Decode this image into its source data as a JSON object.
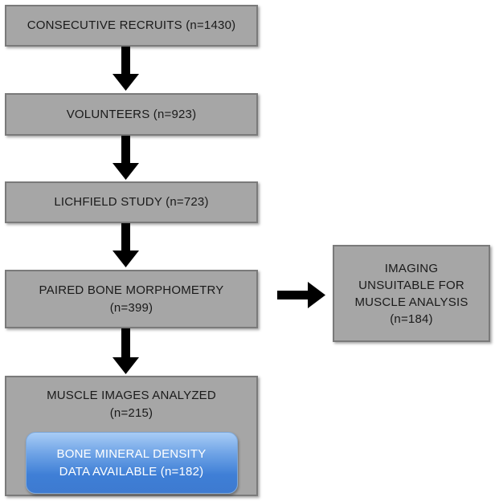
{
  "flowchart": {
    "recruits": {
      "line1": "CONSECUTIVE RECRUITS (n=1430)"
    },
    "volunteers": {
      "line1": "VOLUNTEERS (n=923)"
    },
    "lichfield": {
      "line1": "LICHFIELD STUDY (n=723)"
    },
    "paired": {
      "line1": "PAIRED BONE MORPHOMETRY",
      "line2": "(n=399)"
    },
    "muscle": {
      "line1": "MUSCLE IMAGES ANALYZED",
      "line2": "(n=215)",
      "bmd_line1": "BONE MINERAL DENSITY",
      "bmd_line2": "DATA AVAILABLE (n=182)"
    },
    "imaging": {
      "line1": "IMAGING",
      "line2": "UNSUITABLE FOR",
      "line3": "MUSCLE ANALYSIS",
      "line4": "(n=184)"
    }
  },
  "colors": {
    "box_fill": "#a6a6a6",
    "box_border": "#7a7a7a",
    "arrow": "#000000",
    "inner_box_blue": "#4a86d8",
    "inner_text": "#ffffff"
  }
}
